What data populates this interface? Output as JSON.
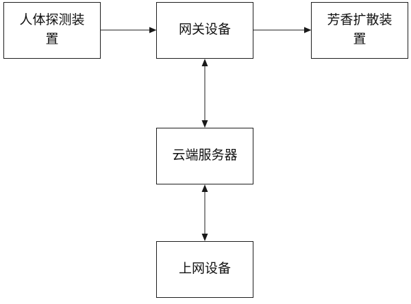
{
  "nodes": {
    "human_detector": {
      "line1": "人体探测装",
      "line2": "置"
    },
    "gateway": {
      "label": "网关设备"
    },
    "aroma_diffuser": {
      "line1": "芳香扩散装",
      "line2": "置"
    },
    "cloud_server": {
      "label": "云端服务器"
    },
    "internet_device": {
      "label": "上网设备"
    }
  },
  "edges": [
    {
      "from": "human_detector",
      "to": "gateway",
      "direction": "one-way"
    },
    {
      "from": "gateway",
      "to": "aroma_diffuser",
      "direction": "one-way"
    },
    {
      "from": "gateway",
      "to": "cloud_server",
      "direction": "two-way"
    },
    {
      "from": "cloud_server",
      "to": "internet_device",
      "direction": "two-way"
    }
  ],
  "colors": {
    "stroke": "#1a1a1a",
    "background": "#ffffff"
  }
}
